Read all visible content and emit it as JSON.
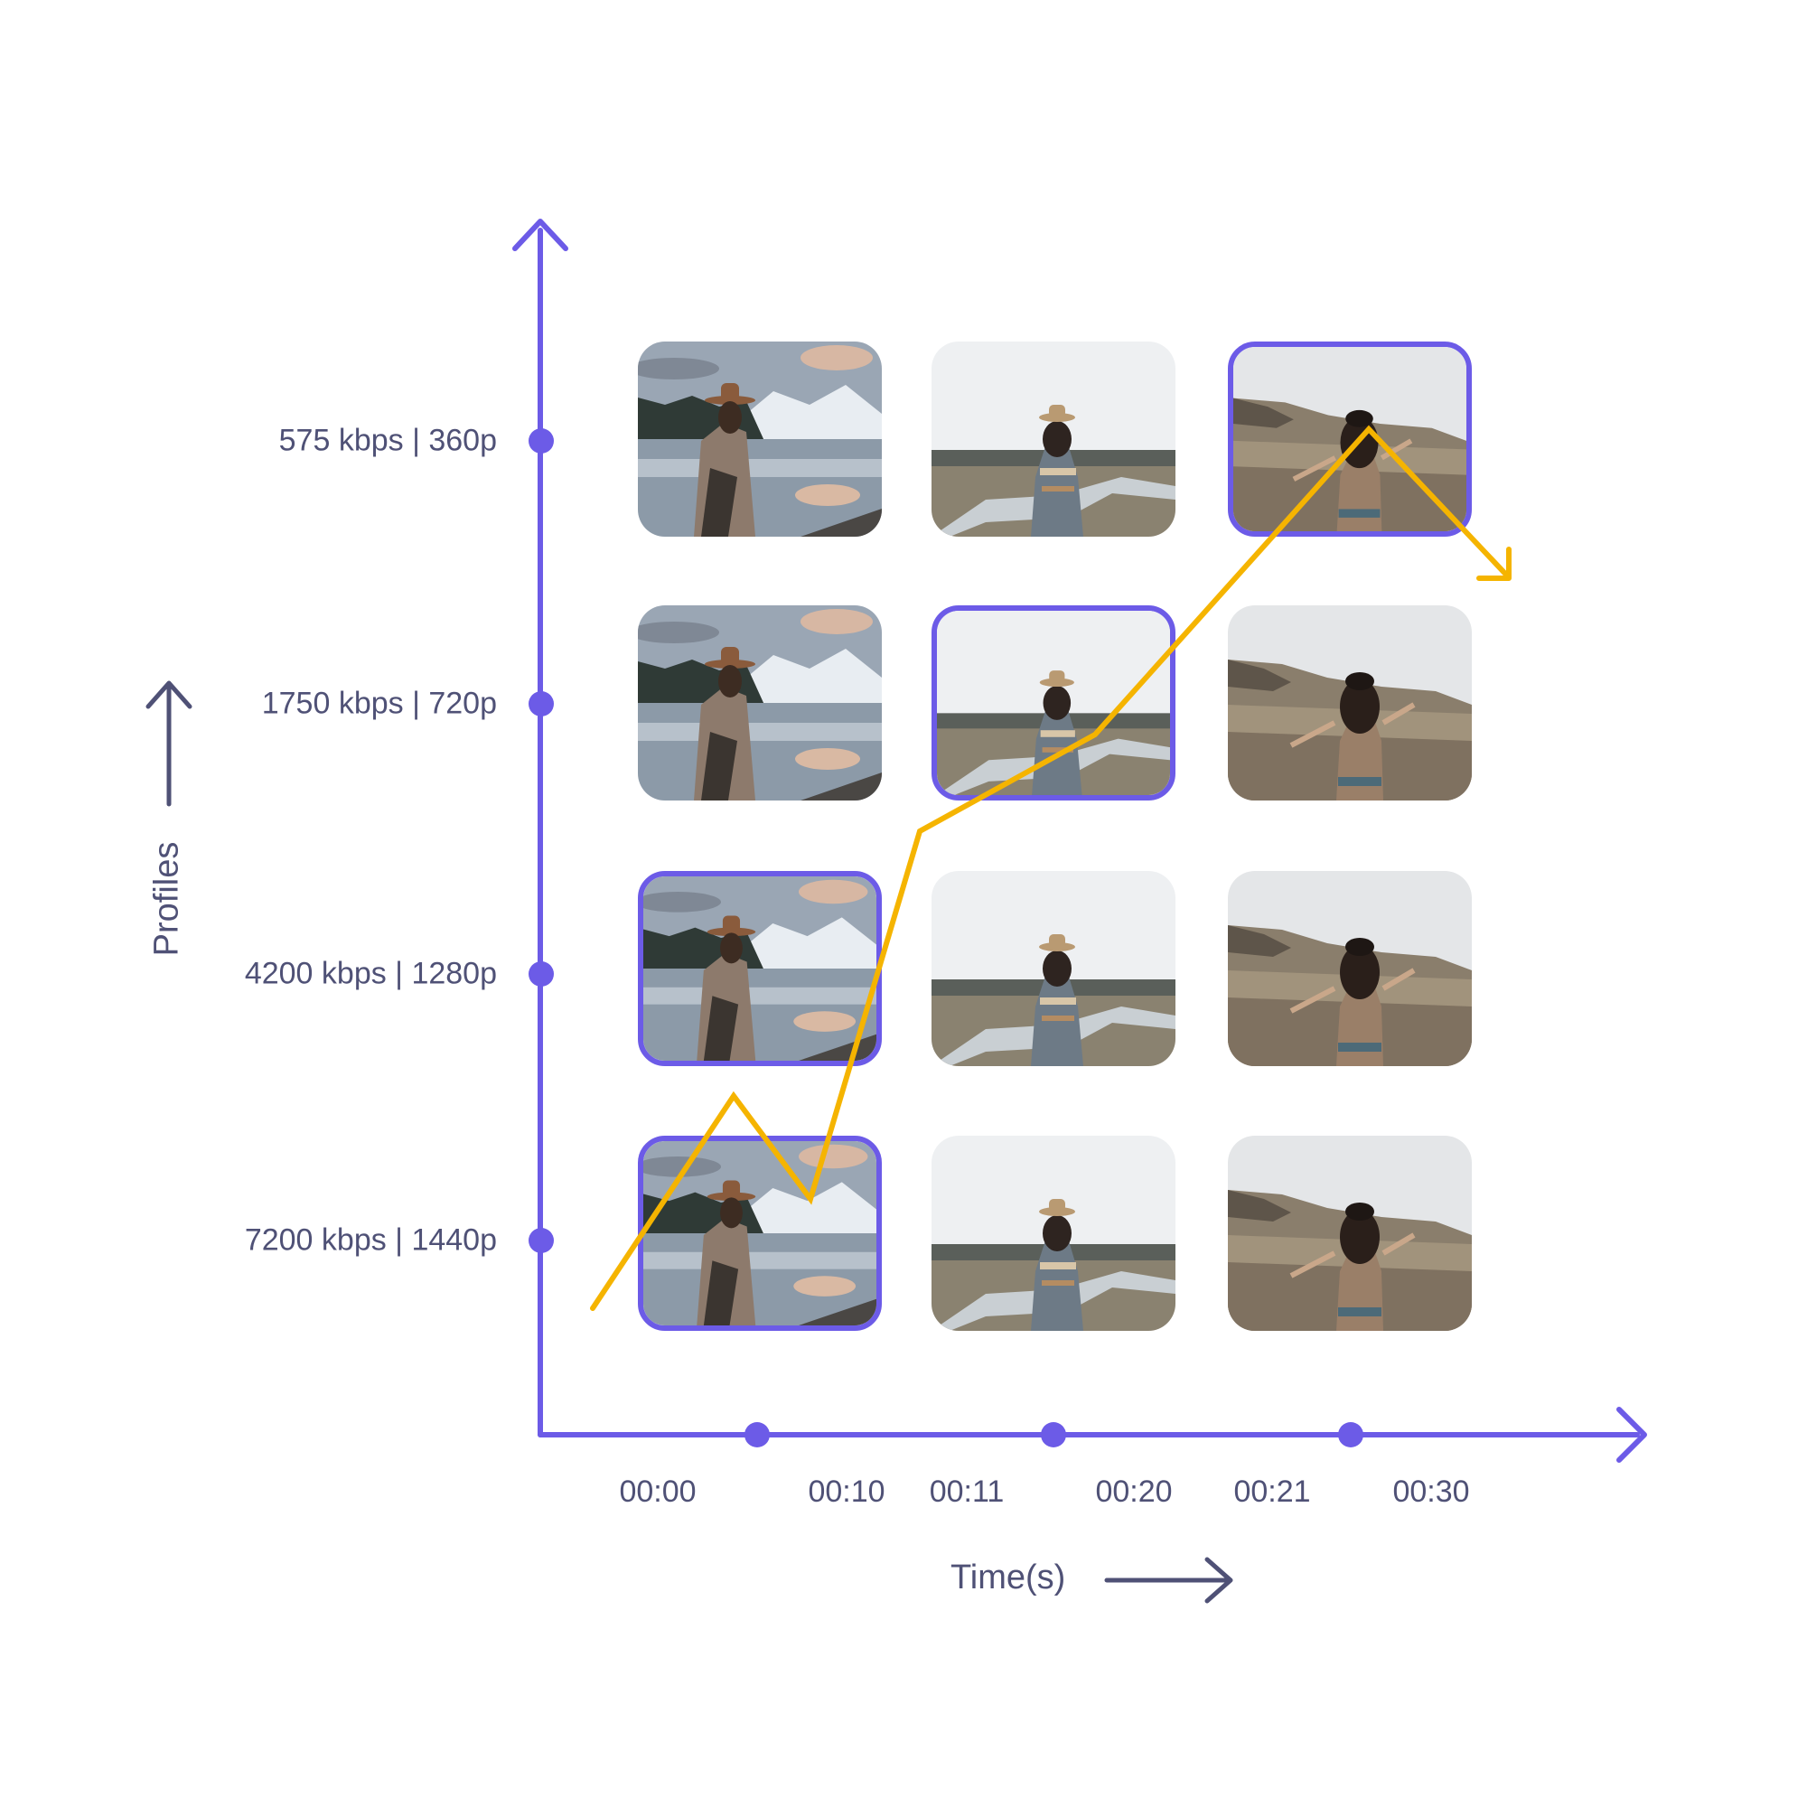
{
  "profiles": {
    "title": "Profiles",
    "levels": [
      {
        "label": "575 kbps | 360p"
      },
      {
        "label": "1750 kbps | 720p"
      },
      {
        "label": "4200 kbps | 1280p"
      },
      {
        "label": "7200 kbps | 1440p"
      }
    ]
  },
  "time": {
    "title": "Time(s)",
    "labels": [
      "00:00",
      "00:10",
      "00:11",
      "00:20",
      "00:21",
      "00:30"
    ]
  },
  "segments": [
    {
      "scene": "lake-woman-hat-photo",
      "selected_profile": "7200 kbps | 1440p",
      "also_highlighted": "4200 kbps | 1280p"
    },
    {
      "scene": "woman-on-trail-photo",
      "selected_profile": "1750 kbps | 720p"
    },
    {
      "scene": "woman-in-field-photo",
      "selected_profile": "575 kbps | 360p"
    }
  ],
  "colors": {
    "axis": "#6c5be7",
    "bitrate_line": "#f5b400",
    "text": "#4f5176",
    "highlight_border": "#6c5be7"
  }
}
